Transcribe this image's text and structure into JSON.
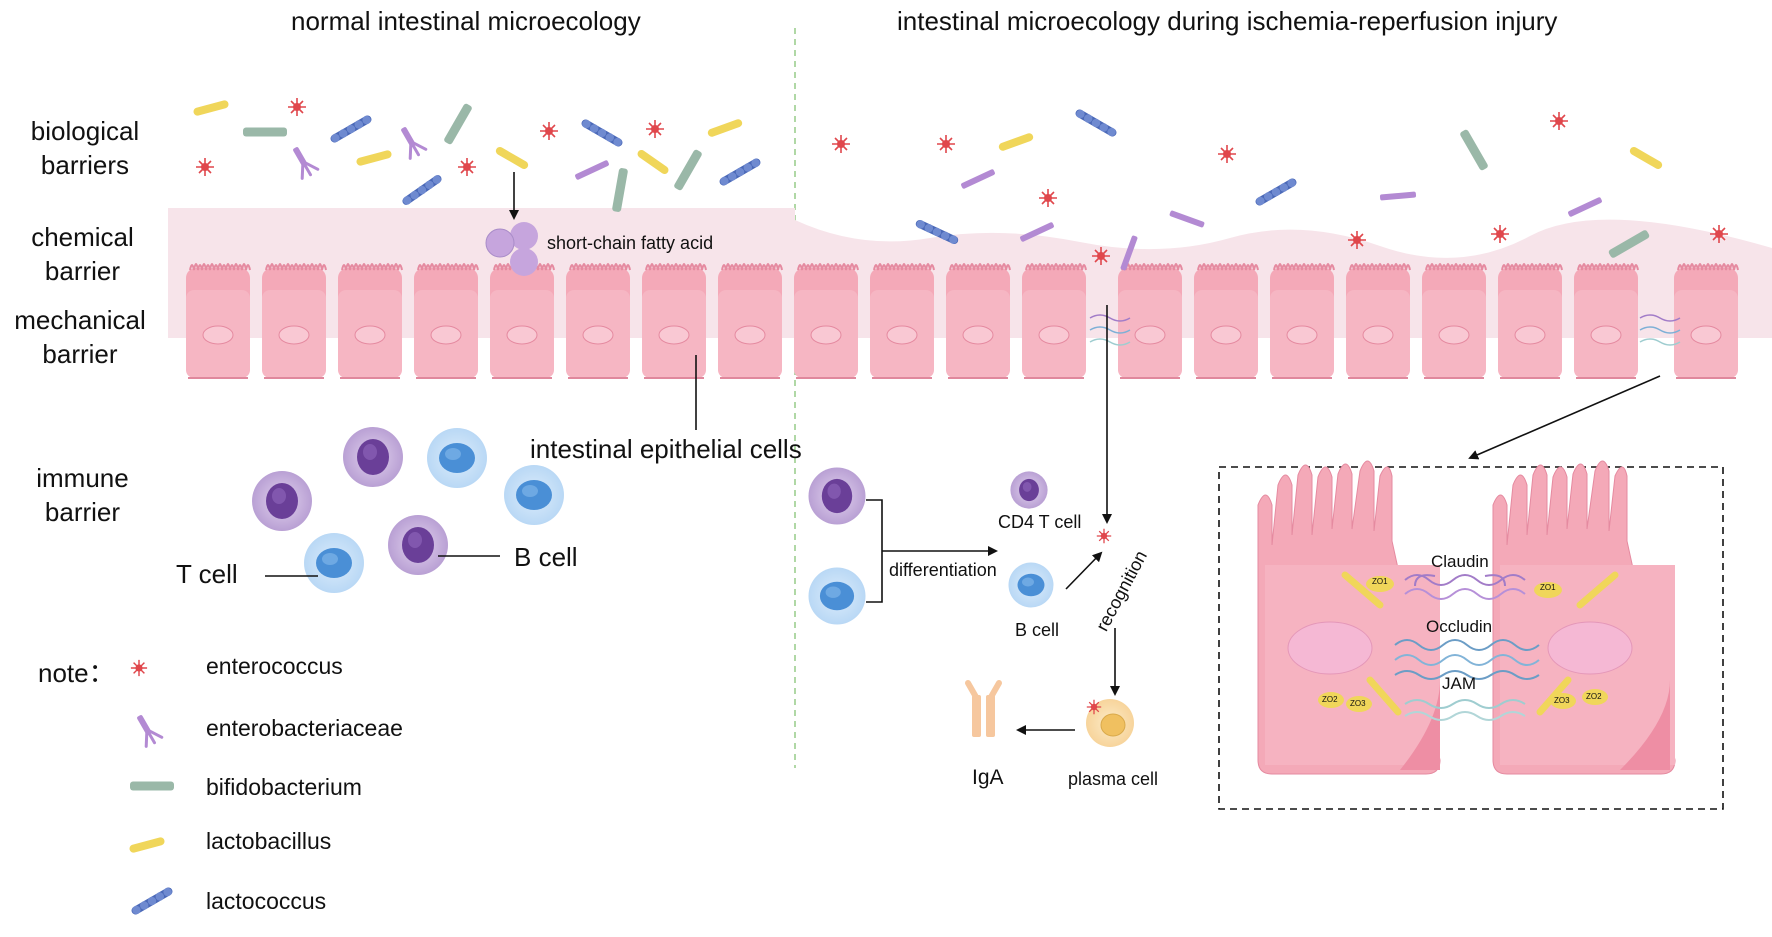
{
  "titles": {
    "left": "normal intestinal microecology",
    "right": "intestinal microecology during ischemia-reperfusion injury"
  },
  "barriers": {
    "biological": [
      "biological",
      "barriers"
    ],
    "chemical": [
      "chemical",
      "barrier"
    ],
    "mechanical": [
      "mechanical",
      "barrier"
    ],
    "immune": [
      "immune",
      "barrier"
    ]
  },
  "labels": {
    "scfa": "short-chain fatty acid",
    "epithelial": "intestinal epithelial cells",
    "t_cell": "T cell",
    "b_cell": "B cell",
    "cd4": "CD4 T cell",
    "b_cell2": "B cell",
    "differentiation": "differentiation",
    "recognition": "recognition",
    "plasma": "plasma cell",
    "iga": "IgA"
  },
  "junction": {
    "claudin": "Claudin",
    "occludin": "Occludin",
    "jam": "JAM",
    "zo1": "ZO1",
    "zo2": "ZO2",
    "zo3": "ZO3"
  },
  "legend": {
    "title": "note：",
    "items": [
      {
        "label": "enterococcus",
        "icon": "enterococcus-icon"
      },
      {
        "label": "enterobacteriaceae",
        "icon": "enterobacteriaceae-icon"
      },
      {
        "label": "bifidobacterium",
        "icon": "bifidobacterium-icon"
      },
      {
        "label": "lactobacillus",
        "icon": "lactobacillus-icon"
      },
      {
        "label": "lactococcus",
        "icon": "lactococcus-icon"
      }
    ]
  },
  "colors": {
    "cell_pink": "#f4a9b8",
    "cell_dark": "#e9869c",
    "mucus": "#f7e4ea",
    "t_cell": "#4a8fd6",
    "b_cell": "#7b4fa8",
    "enterococcus": "#e0474c",
    "enterobacteriaceae": "#b38ad3",
    "bifidobacterium": "#9ab8a8",
    "lactobacillus": "#f0d65a",
    "lactococcus": "#4b69b8",
    "divider": "#9ccf8f"
  }
}
